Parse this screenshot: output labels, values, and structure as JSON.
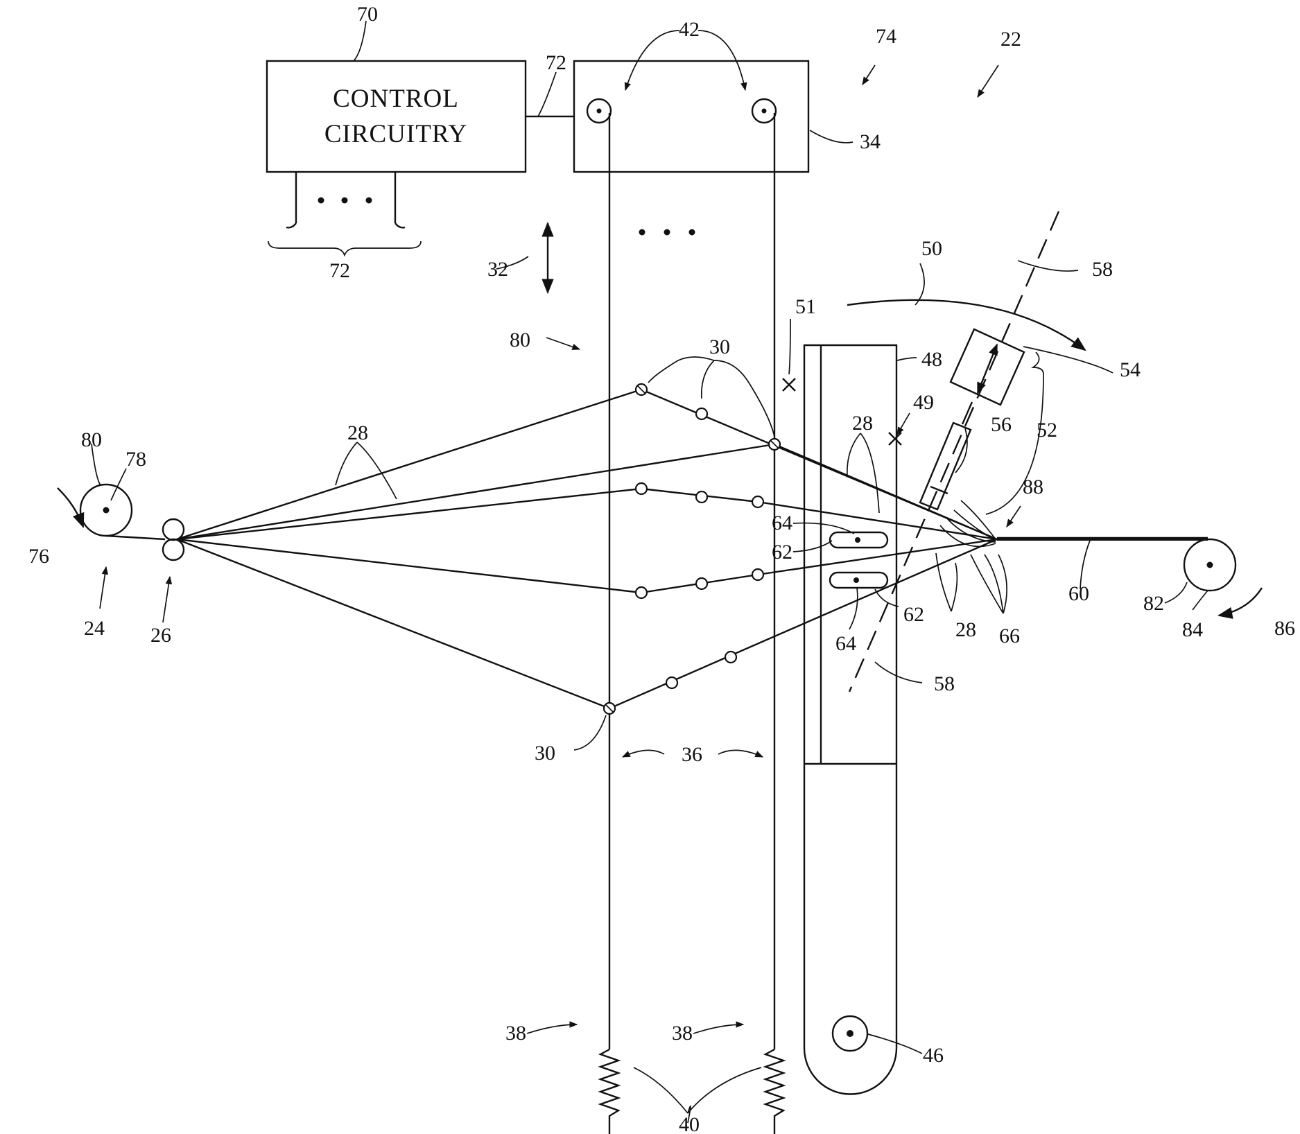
{
  "control_box": {
    "line1": "CONTROL",
    "line2": "CIRCUITRY"
  },
  "refs": {
    "r70": "70",
    "r72a": "72",
    "r72b": "72",
    "r42": "42",
    "r74": "74",
    "r22": "22",
    "r34": "34",
    "r32": "32",
    "r58a": "58",
    "r50": "50",
    "r51": "51",
    "r80a": "80",
    "r30a": "30",
    "r48": "48",
    "r54": "54",
    "r49": "49",
    "r28a": "28",
    "r56": "56",
    "r52": "52",
    "r28b": "28",
    "r80b": "80",
    "r78": "78",
    "r88": "88",
    "r64a": "64",
    "r62a": "62",
    "r76": "76",
    "r60": "60",
    "r82": "82",
    "r62b": "62",
    "r28c": "28",
    "r66": "66",
    "r84": "84",
    "r86": "86",
    "r24": "24",
    "r26": "26",
    "r64b": "64",
    "r58b": "58",
    "r30b": "30",
    "r36": "36",
    "r38a": "38",
    "r38b": "38",
    "r46": "46",
    "r40": "40"
  }
}
